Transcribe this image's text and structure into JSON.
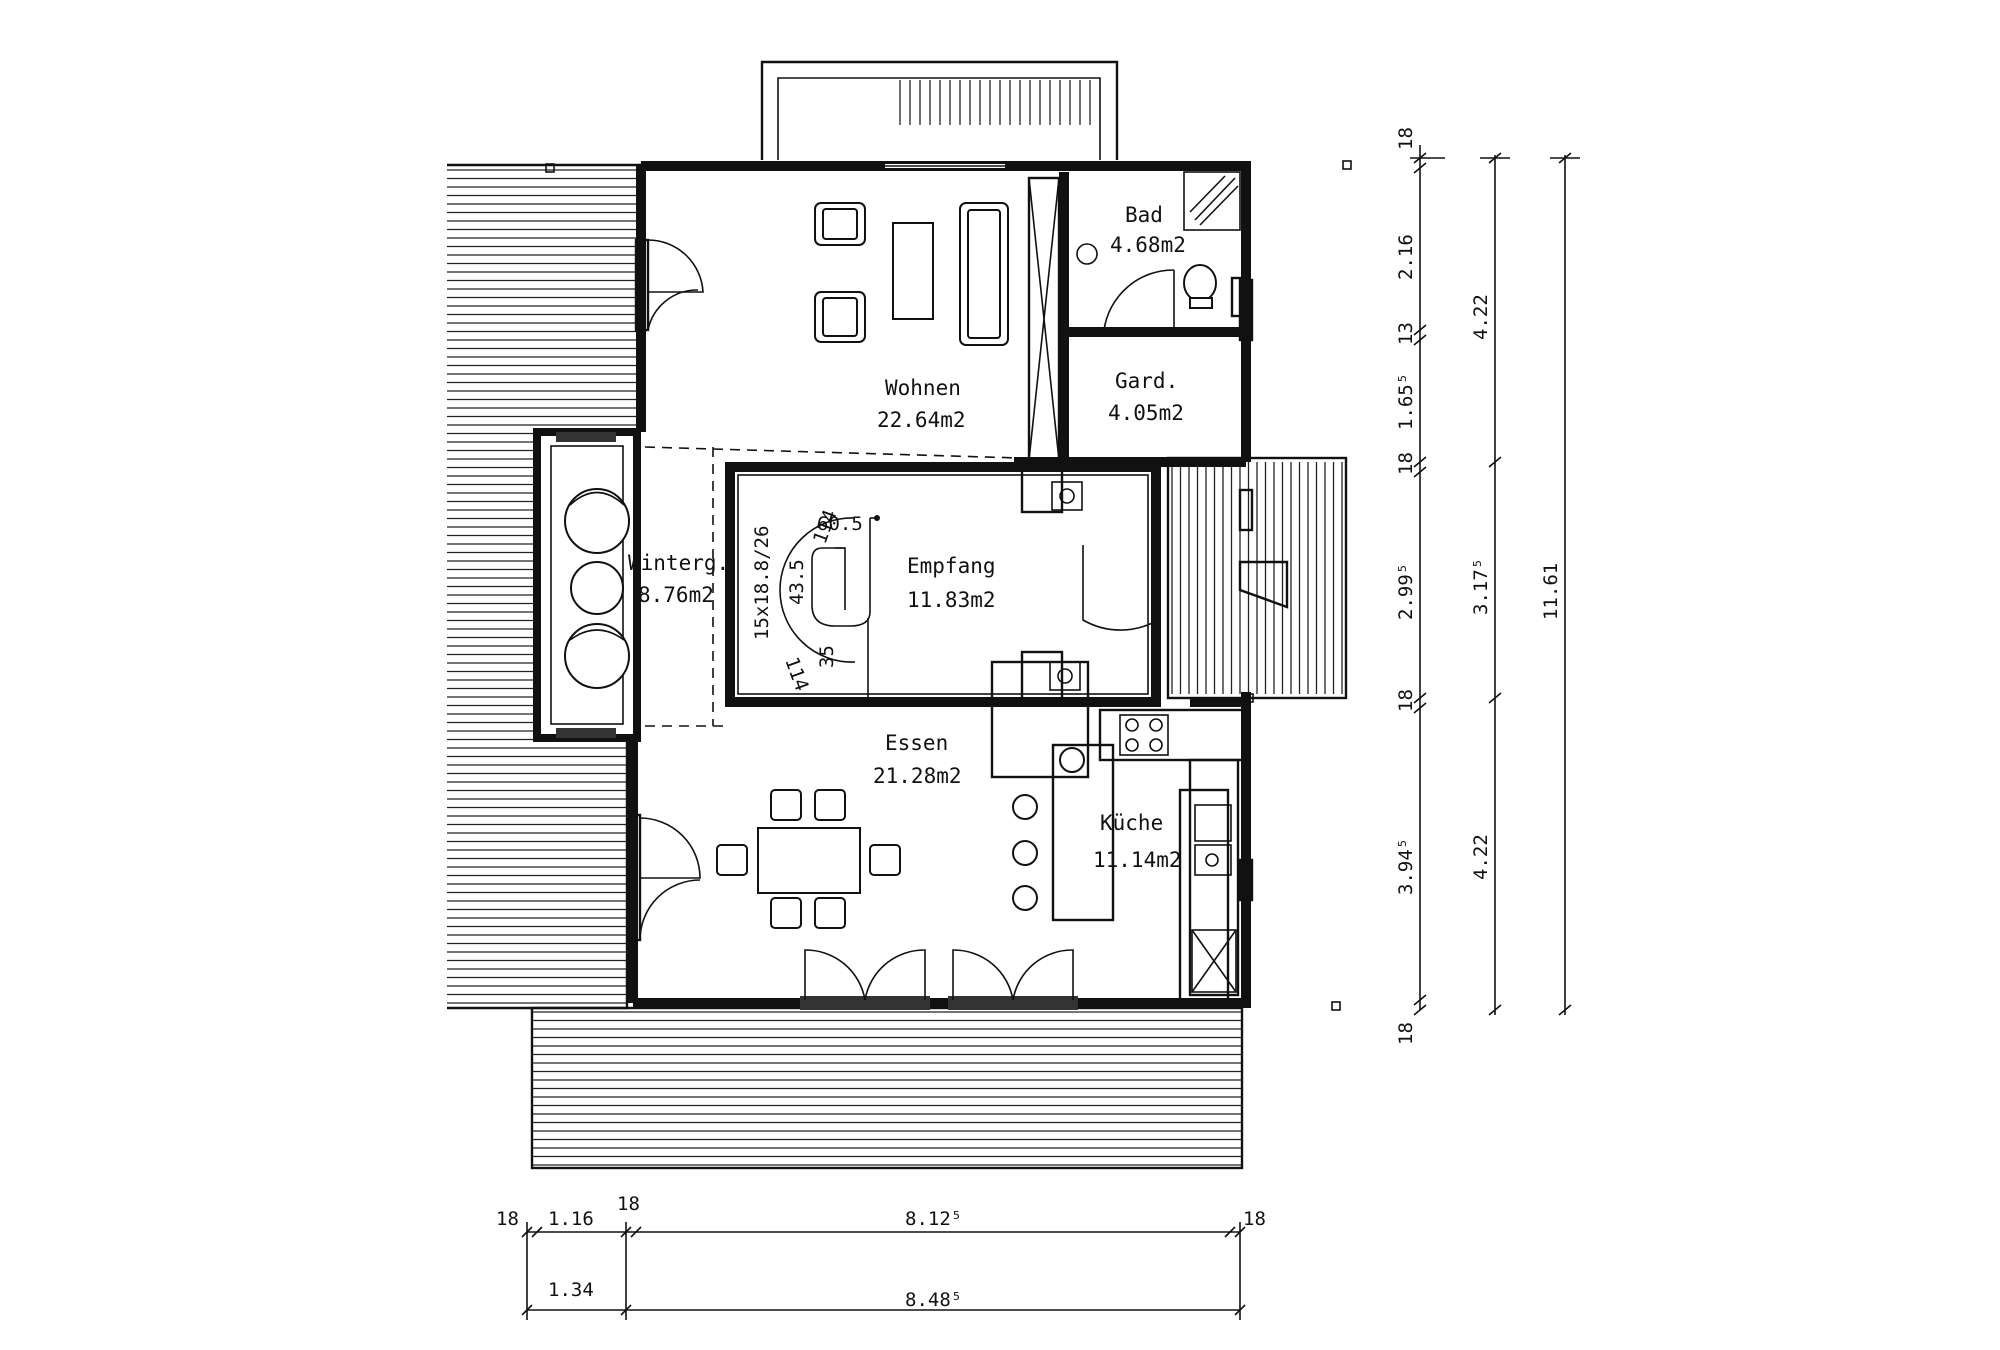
{
  "rooms": {
    "wohnen": {
      "name": "Wohnen",
      "area": "22.64m2"
    },
    "bad": {
      "name": "Bad",
      "area": "4.68m2"
    },
    "gard": {
      "name": "Gard.",
      "area": "4.05m2"
    },
    "winterg": {
      "name": "Winterg.",
      "area": "8.76m2"
    },
    "empfang": {
      "name": "Empfang",
      "area": "11.83m2"
    },
    "essen": {
      "name": "Essen",
      "area": "21.28m2"
    },
    "kueche": {
      "name": "Küche",
      "area": "11.14m2"
    }
  },
  "stair": {
    "spec": "15x18.8/26",
    "dims": [
      "114",
      "60.5",
      "43.5",
      "114",
      "35"
    ]
  },
  "dimensions": {
    "bottom_row1": [
      "18",
      "1.16",
      "18",
      "8.12⁵",
      "18"
    ],
    "bottom_row2": [
      "1.34",
      "8.48⁵"
    ],
    "right_col1": [
      "18",
      "2.16",
      "13",
      "1.65⁵",
      "18",
      "2.99⁵",
      "18",
      "3.94⁵",
      "18"
    ],
    "right_col2": [
      "4.22",
      "3.17⁵",
      "4.22"
    ],
    "right_col3": [
      "11.61"
    ]
  }
}
